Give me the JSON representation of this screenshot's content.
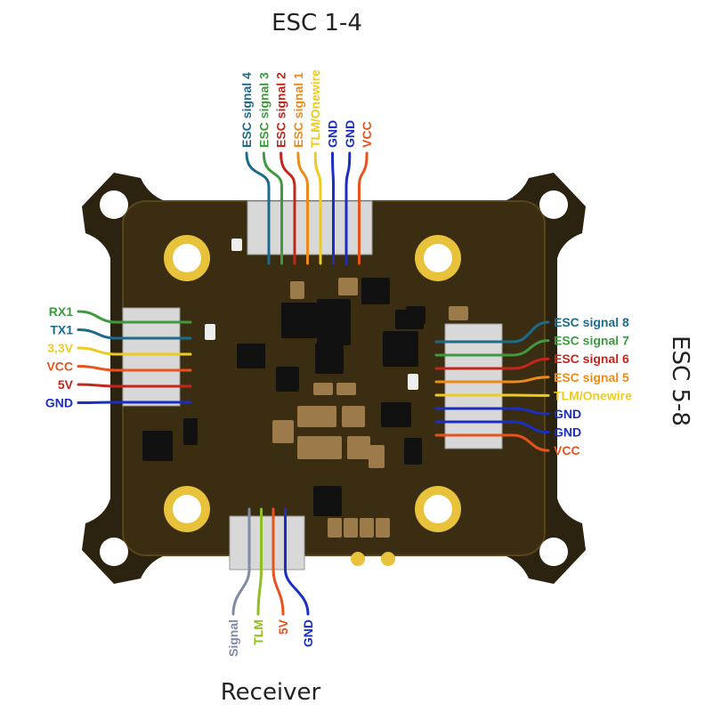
{
  "colors": {
    "board": "#2b2210",
    "silk": "#f2b632",
    "mount_metal": "#b8b8b8",
    "connector_body": "#d8d8d8",
    "wire_red": "#d8261c",
    "wire_orange": "#ee8a18",
    "wire_yellow": "#eecb22",
    "wire_green": "#3f9a3f",
    "wire_teal": "#1d6b8a",
    "wire_blue": "#1a2ec0",
    "wire_gray": "#7f8aa6",
    "wire_lime": "#8fbf22",
    "wire_orangered": "#e8531c"
  },
  "titles": {
    "top": "ESC 1-4",
    "right": "ESC 5-8",
    "bottom": "Receiver"
  },
  "top_pins": [
    {
      "label": "ESC signal 4",
      "color": "#1d6b8a"
    },
    {
      "label": "ESC signal 3",
      "color": "#3f9a3f"
    },
    {
      "label": "ESC signal 2",
      "color": "#c4261c"
    },
    {
      "label": "ESC signal 1",
      "color": "#ee8a18"
    },
    {
      "label": "TLM/Onewire",
      "color": "#eecb22"
    },
    {
      "label": "GND",
      "color": "#1a2ec0"
    },
    {
      "label": "GND",
      "color": "#1a2ec0"
    },
    {
      "label": "VCC",
      "color": "#e8531c"
    }
  ],
  "left_pins": [
    {
      "label": "RX1",
      "color": "#3f9a3f"
    },
    {
      "label": "TX1",
      "color": "#1d6b8a"
    },
    {
      "label": "3,3V",
      "color": "#eecb22"
    },
    {
      "label": "VCC",
      "color": "#e8531c"
    },
    {
      "label": "5V",
      "color": "#c4261c"
    },
    {
      "label": "GND",
      "color": "#1a2ec0"
    }
  ],
  "right_pins": [
    {
      "label": "ESC signal 8",
      "color": "#1d6b8a"
    },
    {
      "label": "ESC signal 7",
      "color": "#3f9a3f"
    },
    {
      "label": "ESC signal 6",
      "color": "#c4261c"
    },
    {
      "label": "ESC signal 5",
      "color": "#ee8a18"
    },
    {
      "label": "TLM/Onewire",
      "color": "#eecb22"
    },
    {
      "label": "GND",
      "color": "#1a2ec0"
    },
    {
      "label": "GND",
      "color": "#1a2ec0"
    },
    {
      "label": "VCC",
      "color": "#e8531c"
    }
  ],
  "bottom_pins": [
    {
      "label": "Signal",
      "color": "#7f8aa6"
    },
    {
      "label": "TLM",
      "color": "#8fbf22"
    },
    {
      "label": "5V",
      "color": "#e8531c"
    },
    {
      "label": "GND",
      "color": "#1a2ec0"
    }
  ]
}
